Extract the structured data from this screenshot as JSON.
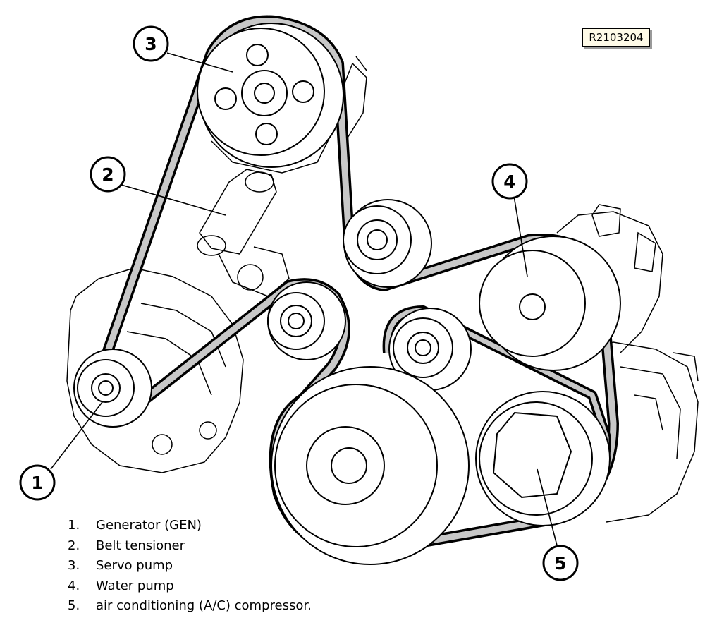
{
  "reference_code": "R2103204",
  "callouts": [
    {
      "number": "1"
    },
    {
      "number": "2"
    },
    {
      "number": "3"
    },
    {
      "number": "4"
    },
    {
      "number": "5"
    }
  ],
  "legend": [
    {
      "number": "1.",
      "label": "Generator (GEN)"
    },
    {
      "number": "2.",
      "label": "Belt tensioner"
    },
    {
      "number": "3.",
      "label": "Servo pump"
    },
    {
      "number": "4.",
      "label": "Water pump"
    },
    {
      "number": "5.",
      "label": "air conditioning (A/C) compressor."
    }
  ],
  "colors": {
    "belt": "#c8c8c8",
    "outline": "#000000",
    "reference_box_bg": "#fffbe8"
  }
}
